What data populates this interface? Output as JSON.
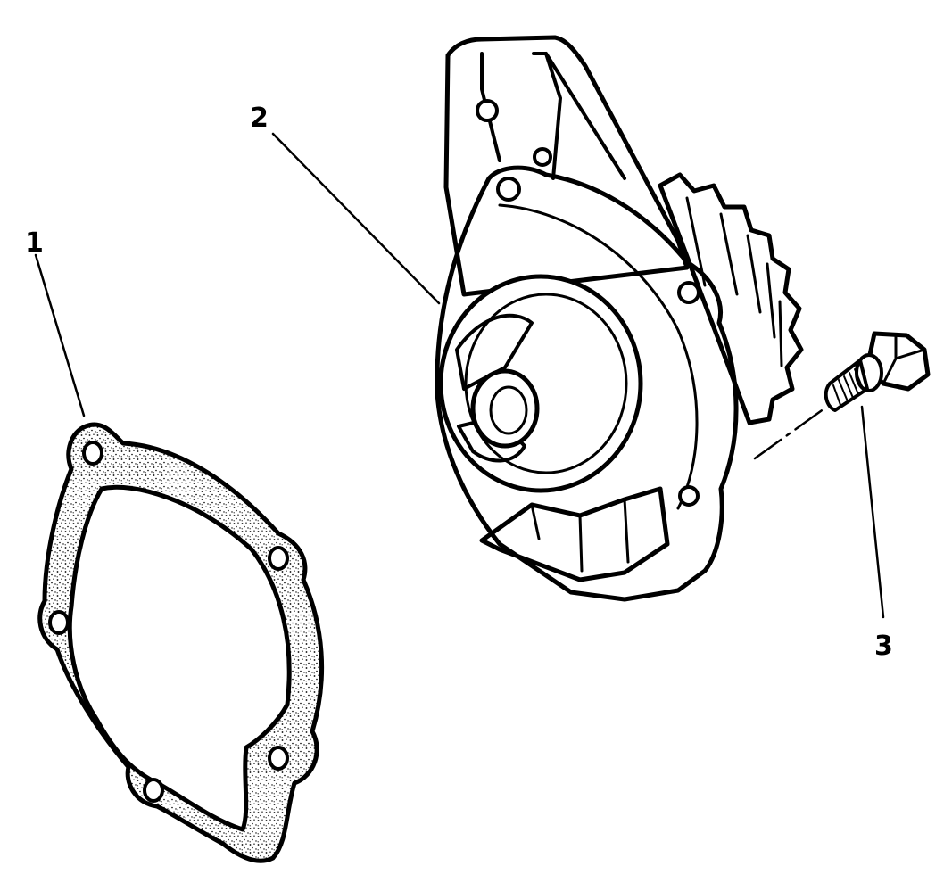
{
  "callouts": [
    {
      "id": "gasket",
      "label": "1"
    },
    {
      "id": "water-pump",
      "label": "2"
    },
    {
      "id": "bolt",
      "label": "3"
    }
  ],
  "colors": {
    "ink": "#000000",
    "paper": "#ffffff",
    "gasket_fill": "#ffffff"
  }
}
